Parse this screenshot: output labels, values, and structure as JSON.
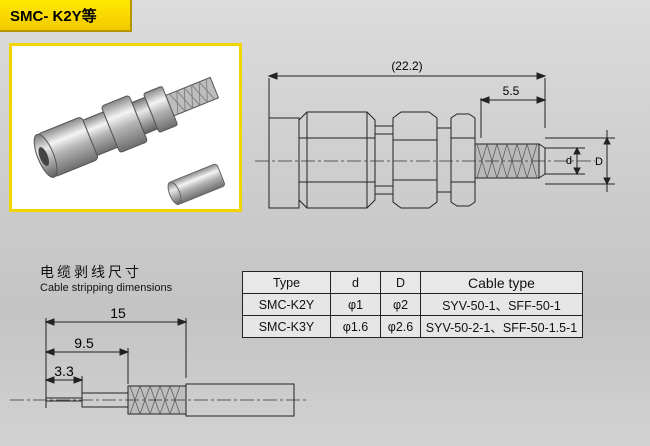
{
  "banner": {
    "title": "SMC- K2Y等"
  },
  "drawing": {
    "overall_length": "(22.2)",
    "pin_length": "5.5",
    "label_d": "d",
    "label_D": "D"
  },
  "stripping": {
    "title_cn": "电缆剥线尺寸",
    "title_en": "Cable stripping dimensions",
    "dim_15": "15",
    "dim_9_5": "9.5",
    "dim_3_3": "3.3"
  },
  "table": {
    "headers": [
      "Type",
      "d",
      "D",
      "Cable type"
    ],
    "rows": [
      [
        "SMC-K2Y",
        "φ1",
        "φ2",
        "SYV-50-1、SFF-50-1"
      ],
      [
        "SMC-K3Y",
        "φ1.6",
        "φ2.6",
        "SYV-50-2-1、SFF-50-1.5-1"
      ]
    ]
  },
  "colors": {
    "banner": "#ffe900",
    "frame": "#f2d400"
  }
}
